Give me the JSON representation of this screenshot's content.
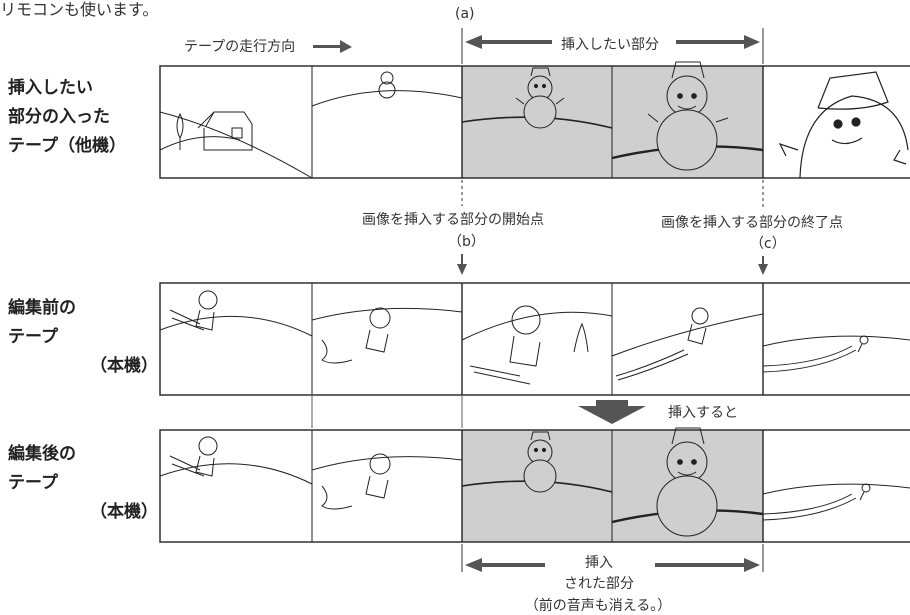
{
  "intro_text": "リモコンも使います。",
  "tape_direction": "テープの走行方向",
  "marker_a": "(a)",
  "insert_section": "挿入したい部分",
  "source_tape_label": [
    "挿入したい",
    "部分の入った",
    "テープ（他機）"
  ],
  "insert_start_point": "画像を挿入する部分の開始点",
  "marker_b": "（b）",
  "insert_end_point": "画像を挿入する部分の終了点",
  "marker_c": "（c）",
  "before_tape_label": [
    "編集前の",
    "テープ",
    "（本機）"
  ],
  "after_insert": "挿入すると",
  "after_tape_label": [
    "編集後の",
    "テープ",
    "（本機）"
  ],
  "inserted_section": [
    "挿入",
    "された部分",
    "（前の音声も消える。）"
  ],
  "colors": {
    "highlight": "#cfcfcf",
    "arrow": "#555555",
    "line": "#222222"
  }
}
